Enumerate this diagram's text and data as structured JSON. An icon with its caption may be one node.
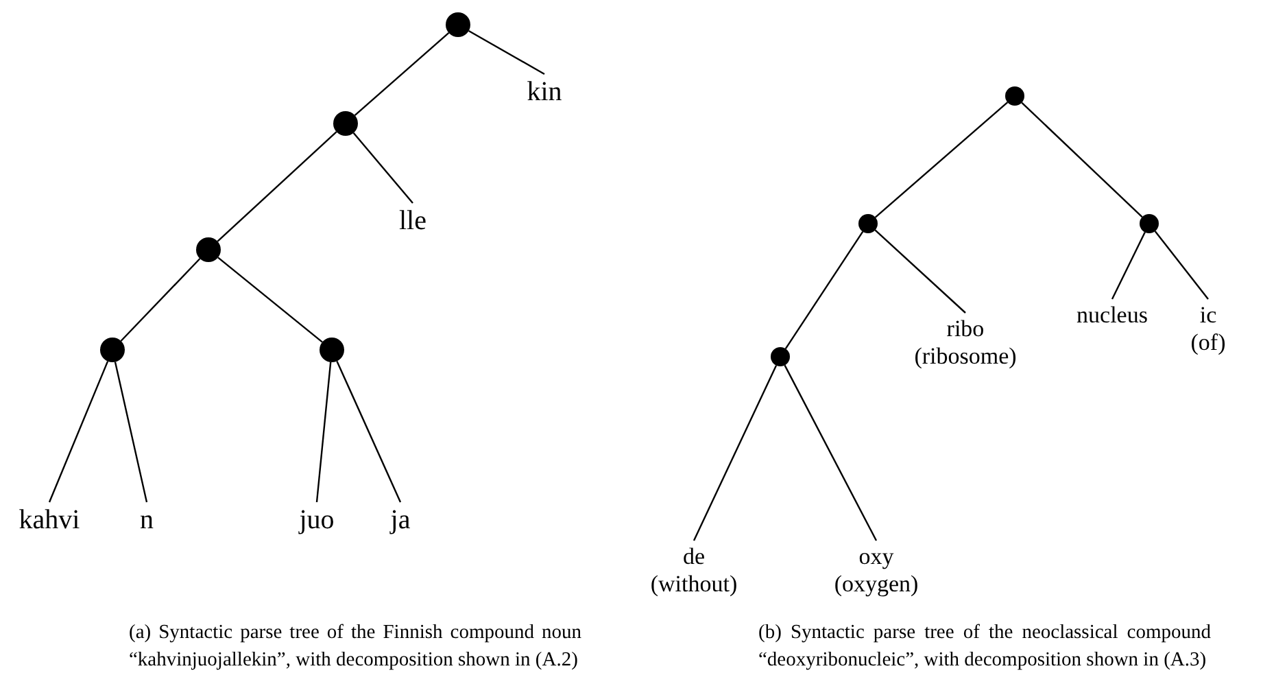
{
  "diagram": {
    "nodes": [
      {
        "text": [],
        "shape": "circle"
      },
      {
        "text": [
          "kin"
        ]
      },
      {
        "text": [],
        "shape": "circle"
      },
      {
        "text": [
          "lle"
        ]
      },
      {
        "text": [],
        "shape": "circle"
      },
      {
        "text": [],
        "shape": "circle"
      },
      {
        "text": [],
        "shape": "circle"
      },
      {
        "text": [
          "kahvi"
        ]
      },
      {
        "text": [
          "n"
        ]
      },
      {
        "text": [
          "juo"
        ]
      },
      {
        "text": [
          "ja"
        ]
      },
      {
        "text": [],
        "shape": "circle"
      },
      {
        "text": [],
        "shape": "circle"
      },
      {
        "text": [],
        "shape": "circle"
      },
      {
        "text": [
          "ribo (ribosome)"
        ]
      },
      {
        "text": [],
        "shape": "circle"
      },
      {
        "text": [
          "nucleus"
        ]
      },
      {
        "text": [
          "ic (of)"
        ]
      },
      {
        "text": [
          "de (without)"
        ]
      },
      {
        "text": [
          "oxy (oxygen)"
        ]
      }
    ],
    "edges": [
      {
        "from": 0,
        "to": 2,
        "arrow": "none"
      },
      {
        "from": 0,
        "to": 1,
        "arrow": "none"
      },
      {
        "from": 2,
        "to": 4,
        "arrow": "none"
      },
      {
        "from": 2,
        "to": 3,
        "arrow": "none"
      },
      {
        "from": 4,
        "to": 5,
        "arrow": "none"
      },
      {
        "from": 4,
        "to": 6,
        "arrow": "none"
      },
      {
        "from": 5,
        "to": 7,
        "arrow": "none"
      },
      {
        "from": 5,
        "to": 8,
        "arrow": "none"
      },
      {
        "from": 6,
        "to": 9,
        "arrow": "none"
      },
      {
        "from": 6,
        "to": 10,
        "arrow": "none"
      },
      {
        "from": 11,
        "to": 12,
        "arrow": "none"
      },
      {
        "from": 11,
        "to": 13,
        "arrow": "none"
      },
      {
        "from": 12,
        "to": 15,
        "arrow": "none"
      },
      {
        "from": 12,
        "to": 14,
        "arrow": "none"
      },
      {
        "from": 13,
        "to": 16,
        "arrow": "none"
      },
      {
        "from": 13,
        "to": 17,
        "arrow": "none"
      },
      {
        "from": 15,
        "to": 18,
        "arrow": "none"
      },
      {
        "from": 15,
        "to": 19,
        "arrow": "none"
      }
    ],
    "labels": [
      "(a) Syntactic parse tree of the Finnish compound noun “kahvinjuojallekin”, with decomposition shown in (A.2)",
      "(b) Syntactic parse tree of the neoclassical compound “deoxyribonucleic”, with decomposition shown in (A.3)"
    ]
  }
}
